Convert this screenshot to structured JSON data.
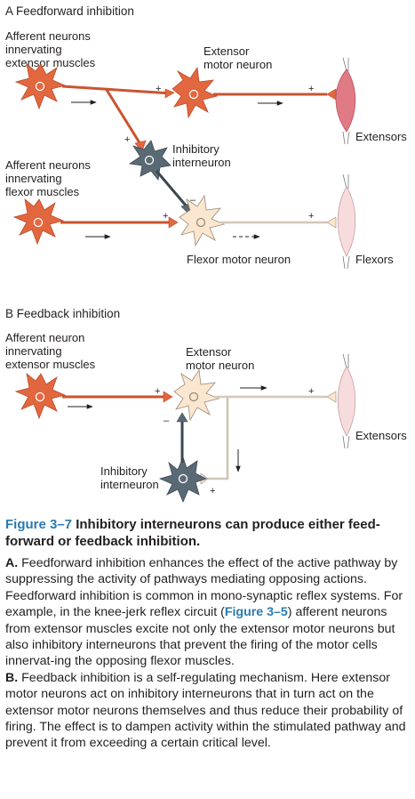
{
  "panel_a": {
    "title": "A  Feedforward inhibition",
    "afferent_extensor_label": [
      "Afferent neurons",
      "innervating",
      "extensor muscles"
    ],
    "extensor_motor_label": [
      "Extensor",
      "motor neuron"
    ],
    "inhibitory_label": [
      "Inhibitory",
      "interneuron"
    ],
    "afferent_flexor_label": [
      "Afferent neurons",
      "innervating",
      "flexor muscles"
    ],
    "flexor_motor_label": "Flexor motor neuron",
    "extensors_label": "Extensors",
    "flexors_label": "Flexors"
  },
  "panel_b": {
    "title": "B  Feedback inhibition",
    "afferent_label": [
      "Afferent neuron",
      "innervating",
      "extensor muscles"
    ],
    "extensor_motor_label": [
      "Extensor",
      "motor neuron"
    ],
    "inhibitory_label": [
      "Inhibitory",
      "interneuron"
    ],
    "extensors_label": "Extensors"
  },
  "signs": {
    "plus": "+",
    "minus": "–"
  },
  "colors": {
    "afferent": "#e2673f",
    "inhibitory": "#5a6a75",
    "motor": "#fbe6cf",
    "extensor_muscle": "#e07a84",
    "flexor_muscle": "#f6dcdc",
    "figure_blue": "#2a7ab0"
  },
  "caption": {
    "figure_label": "Figure 3–7",
    "title": "Inhibitory interneurons can produce either feed-forward or feedback inhibition.",
    "para_a_label": "A.",
    "para_a_before": "Feedforward inhibition enhances the effect of the active pathway by suppressing the activity of pathways mediating opposing actions. Feedforward inhibition is common in mono-synaptic reflex systems. For example, in the knee-jerk reflex circuit (",
    "para_a_ref": "Figure 3–5",
    "para_a_after": ") afferent neurons from extensor muscles excite not only the extensor motor neurons but also inhibitory interneurons that prevent the firing of the motor cells innervat-ing the opposing flexor muscles.",
    "para_b_label": "B.",
    "para_b": "Feedback inhibition is a self-regulating mechanism. Here extensor motor neurons act on inhibitory interneurons that in turn act on the extensor motor neurons themselves and thus reduce their probability of firing. The effect is to dampen activity within the stimulated pathway and prevent it from exceeding a certain critical level."
  }
}
